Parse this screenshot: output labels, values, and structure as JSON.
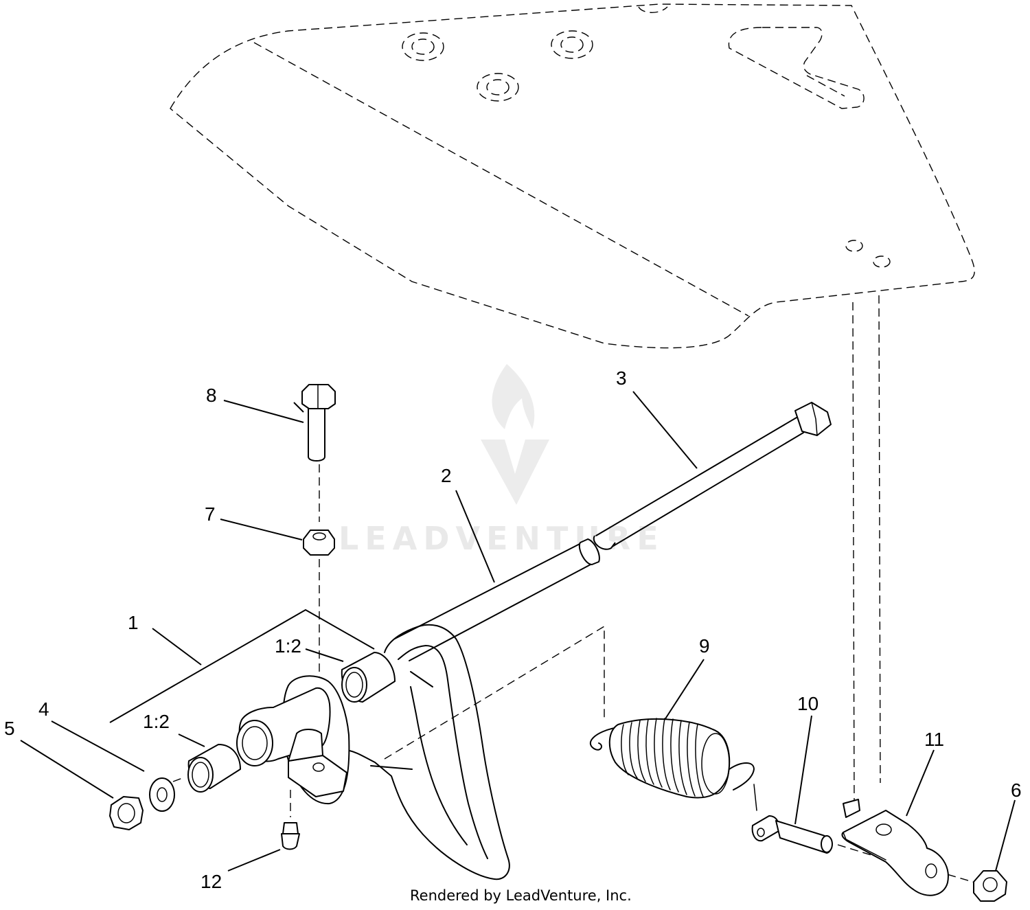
{
  "watermark": {
    "brand": "LEADVENTURE",
    "color": "#e9e9e9"
  },
  "credit": "Rendered by LeadVenture, Inc.",
  "callouts": {
    "c1": "1",
    "c1_2_upper": "1:2",
    "c1_2_lower": "1:2",
    "c2": "2",
    "c3": "3",
    "c4": "4",
    "c5": "5",
    "c6": "6",
    "c7": "7",
    "c8": "8",
    "c9": "9",
    "c10": "10",
    "c11": "11",
    "c12": "12"
  }
}
